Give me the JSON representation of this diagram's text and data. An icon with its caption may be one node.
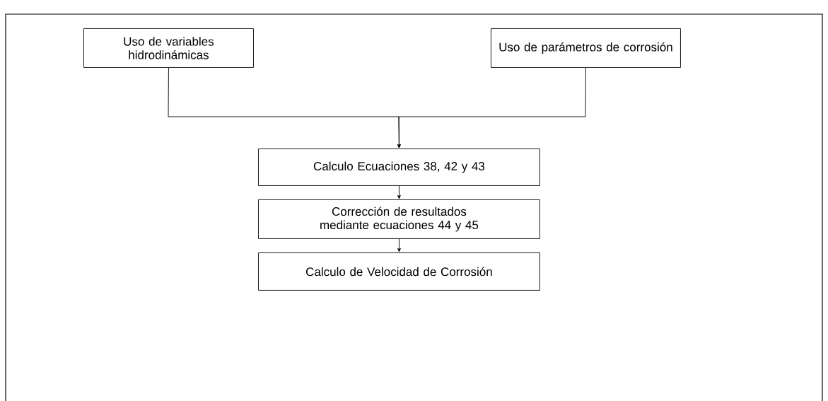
{
  "diagram": {
    "nodes": [
      {
        "text": [
          "Uso de variables hidrodinámicas"
        ]
      },
      {
        "text": [
          "Uso de parámetros de corrosión"
        ]
      },
      {
        "text": [
          "Calculo Ecuaciones 38, 42 y 43"
        ]
      },
      {
        "text": [
          "Corrección de resultados mediante ecuaciones 44 y 45"
        ]
      },
      {
        "text": [
          "Calculo de Velocidad de Corrosión"
        ]
      }
    ],
    "edges": [
      {
        "from": 0,
        "to": 2,
        "arrow": "to"
      },
      {
        "from": 1,
        "to": 2,
        "arrow": "to"
      },
      {
        "from": 2,
        "to": 3,
        "arrow": "to"
      },
      {
        "from": 3,
        "to": 4,
        "arrow": "to"
      }
    ]
  }
}
